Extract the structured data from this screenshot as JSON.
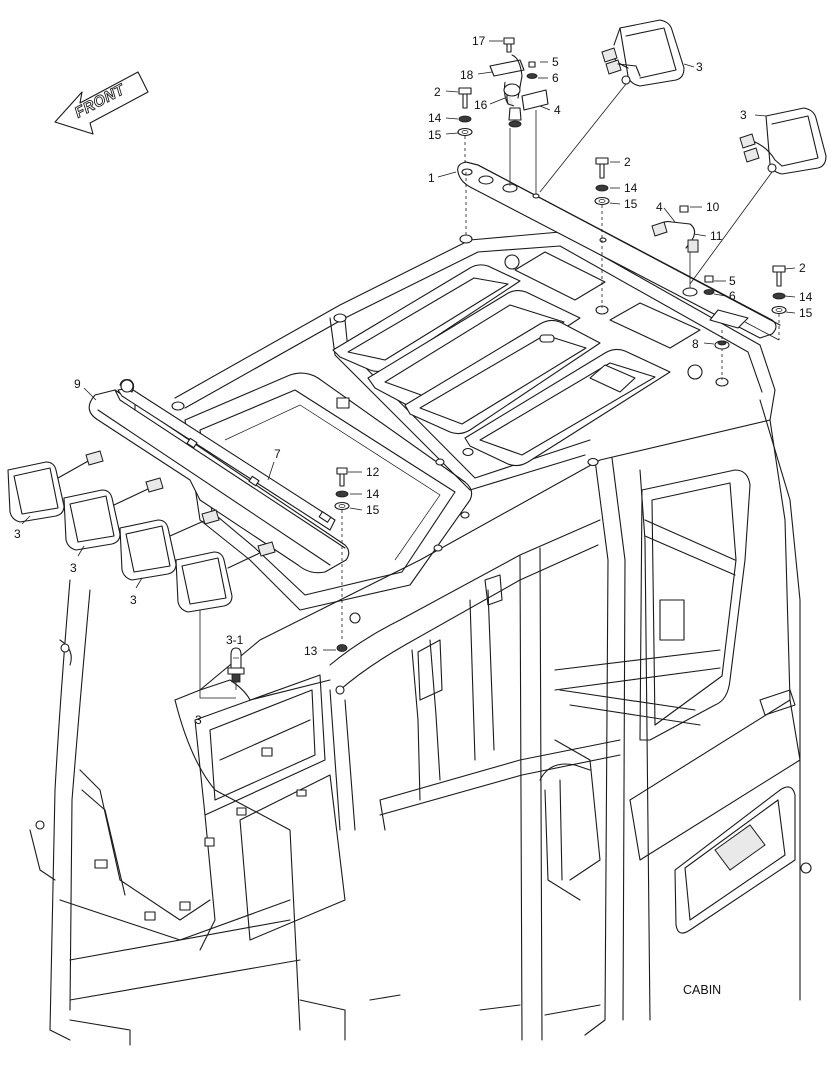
{
  "diagram": {
    "caption": "CABIN",
    "front_label": "FRONT",
    "callouts": [
      {
        "id": "c17",
        "text": "17"
      },
      {
        "id": "c5a",
        "text": "5"
      },
      {
        "id": "c18",
        "text": "18"
      },
      {
        "id": "c6a",
        "text": "6"
      },
      {
        "id": "c3a",
        "text": "3"
      },
      {
        "id": "c2a",
        "text": "2"
      },
      {
        "id": "c16",
        "text": "16"
      },
      {
        "id": "c4a",
        "text": "4"
      },
      {
        "id": "c14a",
        "text": "14"
      },
      {
        "id": "c15a",
        "text": "15"
      },
      {
        "id": "c3b",
        "text": "3"
      },
      {
        "id": "c1",
        "text": "1"
      },
      {
        "id": "c2b",
        "text": "2"
      },
      {
        "id": "c14b",
        "text": "14"
      },
      {
        "id": "c15b",
        "text": "15"
      },
      {
        "id": "c4b",
        "text": "4"
      },
      {
        "id": "c10",
        "text": "10"
      },
      {
        "id": "c11",
        "text": "11"
      },
      {
        "id": "c2c",
        "text": "2"
      },
      {
        "id": "c5b",
        "text": "5"
      },
      {
        "id": "c6b",
        "text": "6"
      },
      {
        "id": "c14c",
        "text": "14"
      },
      {
        "id": "c15c",
        "text": "15"
      },
      {
        "id": "c8",
        "text": "8"
      },
      {
        "id": "c9",
        "text": "9"
      },
      {
        "id": "c7",
        "text": "7"
      },
      {
        "id": "c12",
        "text": "12"
      },
      {
        "id": "c14d",
        "text": "14"
      },
      {
        "id": "c15d",
        "text": "15"
      },
      {
        "id": "c3c",
        "text": "3"
      },
      {
        "id": "c3d",
        "text": "3"
      },
      {
        "id": "c3e",
        "text": "3"
      },
      {
        "id": "c13",
        "text": "13"
      },
      {
        "id": "c3-1",
        "text": "3-1"
      },
      {
        "id": "c3f",
        "text": "3"
      }
    ]
  }
}
